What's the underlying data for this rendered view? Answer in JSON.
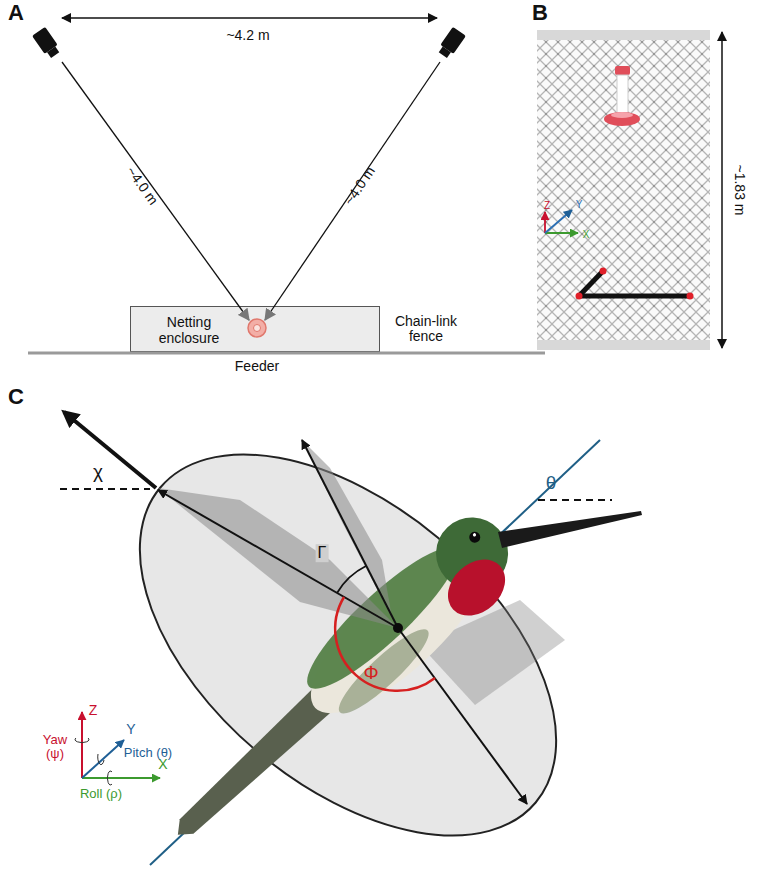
{
  "diagram": {
    "nodes": [
      {
        "text": [
          "Netting enclosure"
        ]
      }
    ],
    "labels": [
      "A",
      "~4.2 m",
      "~4.0 m",
      "~4.0 m",
      "Chain-link fence",
      "Feeder",
      "B",
      "Z",
      "Y",
      "X",
      "~1.83 m",
      "C",
      "χ",
      "θ",
      "Γ",
      "Φ",
      "Z",
      "Y",
      "X",
      "Yaw (ψ)",
      "Pitch (θ)",
      "Roll (ρ)"
    ]
  }
}
